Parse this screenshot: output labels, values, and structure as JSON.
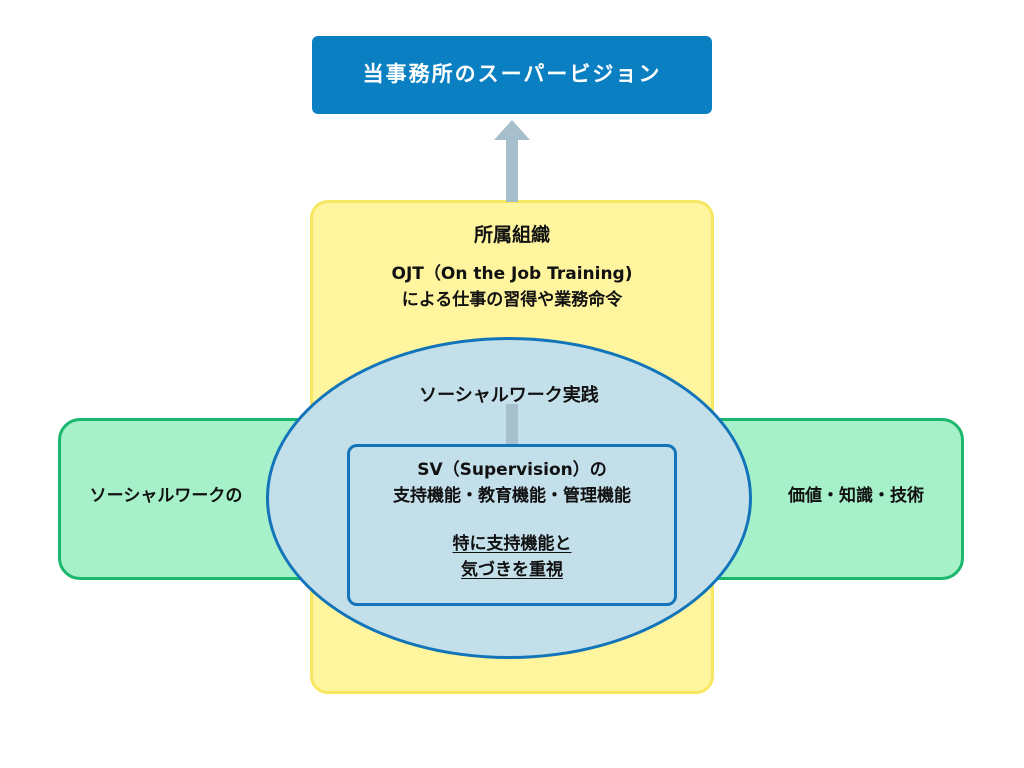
{
  "supervision_box": {
    "label": "当事務所のスーパービジョン"
  },
  "organization": {
    "title": "所属組織",
    "ojt_line1": "OJT（On the Job Training)",
    "ojt_line2": "による仕事の習得や業務命令"
  },
  "social_work_band": {
    "left_label": "ソーシャルワークの",
    "right_label": "価値・知識・技術"
  },
  "practice": {
    "title": "ソーシャルワーク実践"
  },
  "sv_box": {
    "line1": "SV（Supervision）の",
    "line2": "支持機能・教育機能・管理機能",
    "emphasis_line1": "特に支持機能と",
    "emphasis_line2": "気づきを重視"
  },
  "colors": {
    "supervision_box": "#0a80c2",
    "organization_fill": "#fff59e",
    "organization_border": "#f7e760",
    "band_fill": "#a6f1c9",
    "band_border": "#19b86c",
    "practice_fill": "#c3dfe9",
    "practice_border": "#1274b9",
    "arrow": "#a7bfcc"
  }
}
